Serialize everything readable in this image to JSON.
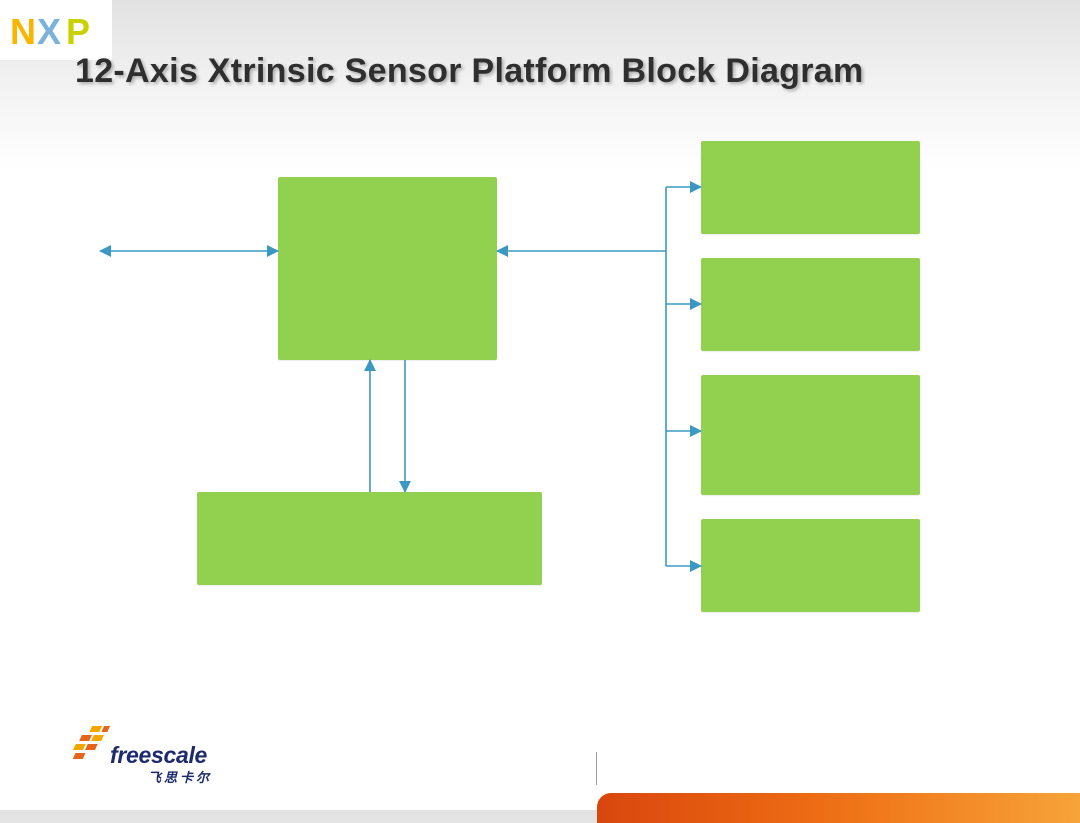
{
  "header": {
    "title": "12-Axis Xtrinsic Sensor Platform Block Diagram",
    "logo": {
      "letters": [
        "N",
        "X",
        "P"
      ],
      "colors": [
        "#f9b500",
        "#7bb1db",
        "#c9d200"
      ]
    }
  },
  "diagram": {
    "block_color": "#92d050",
    "connector_color": "#3b98c2",
    "blocks": [
      "central-block",
      "bottom-block",
      "right-block-1",
      "right-block-2",
      "right-block-3",
      "right-block-4"
    ]
  },
  "footer": {
    "brand": "freescale",
    "brand_cn": "飞思卡尔",
    "brand_color": "#1d2a6b",
    "accent_colors": [
      "#d9460e",
      "#f7a73b"
    ]
  }
}
